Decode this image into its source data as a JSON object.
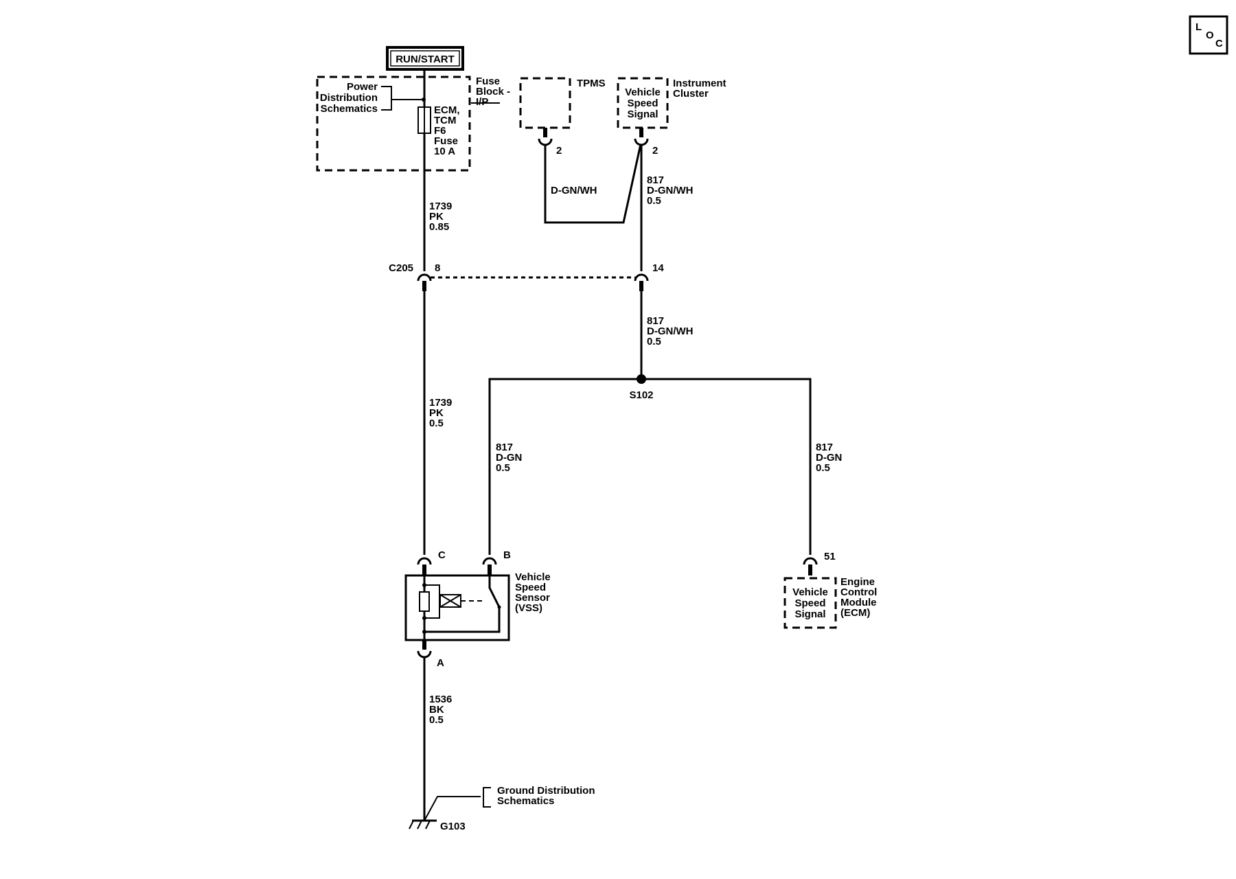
{
  "power": {
    "label": "RUN/START"
  },
  "fuse_block": {
    "ref_lines": [
      "Power",
      "Distribution",
      "Schematics"
    ],
    "fuse_lines": [
      "ECM,",
      "TCM",
      "F6",
      "Fuse",
      "10 A"
    ],
    "name_lines": [
      "Fuse",
      "Block -",
      "I/P"
    ]
  },
  "tpms": {
    "label": "TPMS",
    "pin": "2"
  },
  "instrument_cluster": {
    "box_lines": [
      "Vehicle",
      "Speed",
      "Signal"
    ],
    "name_lines": [
      "Instrument",
      "Cluster"
    ],
    "pin": "2"
  },
  "wires": {
    "tpms_jumper": "D-GN/WH",
    "cluster_upper": [
      "817",
      "D-GN/WH",
      "0.5"
    ],
    "fuse_out": [
      "1739",
      "PK",
      "0.85"
    ],
    "c205_lower_power": [
      "1739",
      "PK",
      "0.5"
    ],
    "c205_lower_signal": [
      "817",
      "D-GN/WH",
      "0.5"
    ],
    "vss_signal": [
      "817",
      "D-GN",
      "0.5"
    ],
    "ecm_signal": [
      "817",
      "D-GN",
      "0.5"
    ],
    "ground": [
      "1536",
      "BK",
      "0.5"
    ]
  },
  "connector_c205": {
    "label": "C205",
    "pin_power": "8",
    "pin_signal": "14"
  },
  "splice": {
    "label": "S102"
  },
  "vss": {
    "pin_c": "C",
    "pin_b": "B",
    "pin_a": "A",
    "name_lines": [
      "Vehicle",
      "Speed",
      "Sensor",
      "(VSS)"
    ]
  },
  "ecm": {
    "pin": "51",
    "box_lines": [
      "Vehicle",
      "Speed",
      "Signal"
    ],
    "name_lines": [
      "Engine",
      "Control",
      "Module",
      "(ECM)"
    ]
  },
  "ground": {
    "ref_lines": [
      "Ground Distribution",
      "Schematics"
    ],
    "label": "G103"
  },
  "loc_icon": {
    "letters": [
      "L",
      "O",
      "C"
    ]
  }
}
